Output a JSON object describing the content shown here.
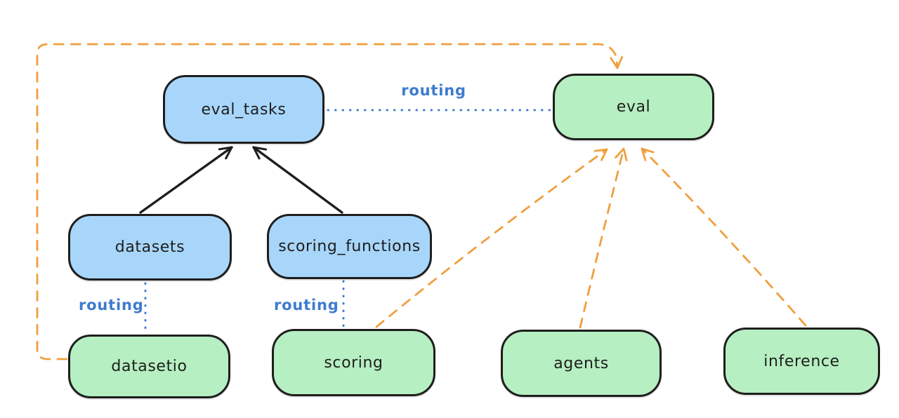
{
  "colors": {
    "background": "#ffffff",
    "node_blue_fill": "#a8d6fa",
    "node_green_fill": "#b6efc1",
    "node_stroke": "#1e1e1e",
    "routing_blue": "#3e7bcf",
    "dashed_orange": "#f09f3e",
    "solid_arrow_black": "#1e1e1e"
  },
  "nodes": {
    "eval_tasks": {
      "label": "eval_tasks",
      "fill": "blue"
    },
    "eval": {
      "label": "eval",
      "fill": "green"
    },
    "datasets": {
      "label": "datasets",
      "fill": "blue"
    },
    "scoring_functions": {
      "label": "scoring_functions",
      "fill": "blue"
    },
    "datasetio": {
      "label": "datasetio",
      "fill": "green"
    },
    "scoring": {
      "label": "scoring",
      "fill": "green"
    },
    "agents": {
      "label": "agents",
      "fill": "green"
    },
    "inference": {
      "label": "inference",
      "fill": "green"
    }
  },
  "edge_labels": {
    "eval_tasks_eval": "routing",
    "datasets_datasetio": "routing",
    "scoring_functions_scoring": "routing"
  },
  "edges": [
    {
      "from": "datasets",
      "to": "eval_tasks",
      "style": "solid-arrow",
      "color": "black"
    },
    {
      "from": "scoring_functions",
      "to": "eval_tasks",
      "style": "solid-arrow",
      "color": "black"
    },
    {
      "from": "eval_tasks",
      "to": "eval",
      "style": "dotted",
      "color": "blue",
      "label": "routing"
    },
    {
      "from": "datasets",
      "to": "datasetio",
      "style": "dotted",
      "color": "blue",
      "label": "routing"
    },
    {
      "from": "scoring_functions",
      "to": "scoring",
      "style": "dotted",
      "color": "blue",
      "label": "routing"
    },
    {
      "from": "datasetio",
      "to": "eval",
      "style": "dashed-arrow",
      "color": "orange",
      "route": "left-and-over-top"
    },
    {
      "from": "scoring",
      "to": "eval",
      "style": "dashed-arrow",
      "color": "orange"
    },
    {
      "from": "agents",
      "to": "eval",
      "style": "dashed-arrow",
      "color": "orange"
    },
    {
      "from": "inference",
      "to": "eval",
      "style": "dashed-arrow",
      "color": "orange"
    }
  ]
}
